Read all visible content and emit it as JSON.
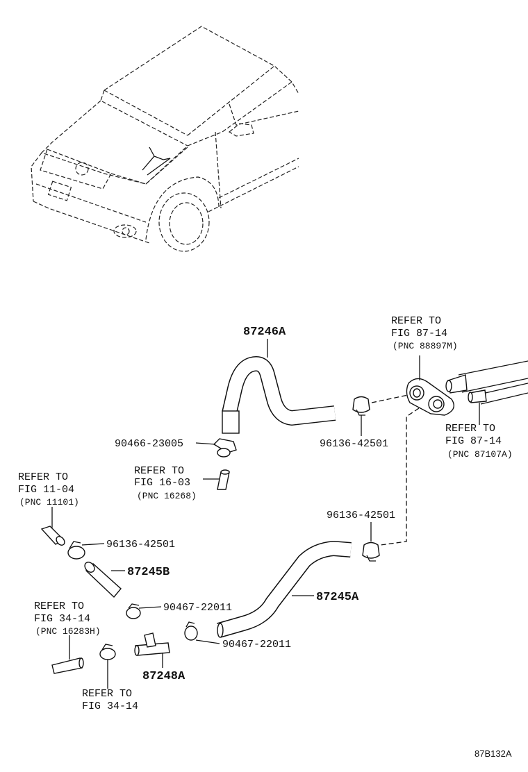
{
  "parts": {
    "p87246A": "87246A",
    "p87245A": "87245A",
    "p87245B": "87245B",
    "p87248A": "87248A",
    "clamp_90466_23005": "90466-23005",
    "clamp_96136_42501_top": "96136-42501",
    "clamp_96136_42501_mid": "96136-42501",
    "clamp_96136_42501_left": "96136-42501",
    "clamp_90467_22011_a": "90467-22011",
    "clamp_90467_22011_b": "90467-22011"
  },
  "refs": {
    "ref_87_14_top": {
      "line1": "REFER TO",
      "line2": "FIG 87-14",
      "line3": "(PNC 88897M)"
    },
    "ref_87_14_right": {
      "line1": "REFER TO",
      "line2": "FIG 87-14",
      "line3": "(PNC 87107A)"
    },
    "ref_16_03": {
      "line1": "REFER TO",
      "line2": "FIG 16-03",
      "line3": "(PNC 16268)"
    },
    "ref_11_04": {
      "line1": "REFER TO",
      "line2": "FIG 11-04",
      "line3": "(PNC 11101)"
    },
    "ref_34_14_a": {
      "line1": "REFER TO",
      "line2": "FIG 34-14",
      "line3": "(PNC 16283H)"
    },
    "ref_34_14_b": {
      "line1": "REFER TO",
      "line2": "FIG 34-14"
    }
  },
  "figure_code": "87B132A"
}
